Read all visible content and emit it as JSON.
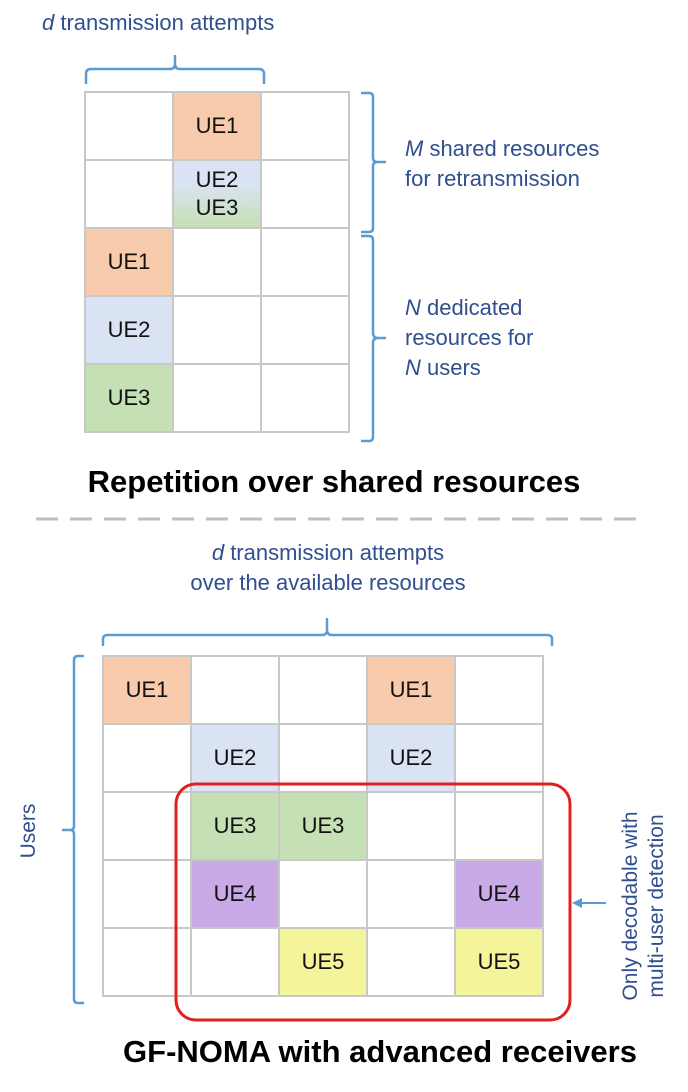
{
  "top": {
    "attempts_label_italic": "d",
    "attempts_label_rest": " transmission attempts",
    "m_label_italic": "M",
    "m_label_line1_rest": " shared resources",
    "m_label_line2": "for retransmission",
    "n_label_line1_italic": "N",
    "n_label_line1_rest": " dedicated",
    "n_label_line2": "resources for",
    "n_label_line3_italic": "N",
    "n_label_line3_rest": " users",
    "title": "Repetition over shared resources",
    "grid": [
      [
        {
          "text": "",
          "color": "none"
        },
        {
          "text": "UE1",
          "color": "ue1"
        },
        {
          "text": "",
          "color": "none"
        }
      ],
      [
        {
          "text": "",
          "color": "none"
        },
        {
          "text": "UE2\nUE3",
          "color": "mix23"
        },
        {
          "text": "",
          "color": "none"
        }
      ],
      [
        {
          "text": "UE1",
          "color": "ue1"
        },
        {
          "text": "",
          "color": "none"
        },
        {
          "text": "",
          "color": "none"
        }
      ],
      [
        {
          "text": "UE2",
          "color": "ue2"
        },
        {
          "text": "",
          "color": "none"
        },
        {
          "text": "",
          "color": "none"
        }
      ],
      [
        {
          "text": "UE3",
          "color": "ue3"
        },
        {
          "text": "",
          "color": "none"
        },
        {
          "text": "",
          "color": "none"
        }
      ]
    ]
  },
  "bottom": {
    "attempts_label_italic": "d",
    "attempts_label_line1_rest": " transmission attempts",
    "attempts_label_line2": "over the available resources",
    "users_label": "Users",
    "side_label_line1": "Only decodable with",
    "side_label_line2": "multi-user detection",
    "title": "GF-NOMA with advanced receivers",
    "grid": [
      [
        {
          "text": "UE1",
          "color": "ue1"
        },
        {
          "text": "",
          "color": "none"
        },
        {
          "text": "",
          "color": "none"
        },
        {
          "text": "UE1",
          "color": "ue1"
        },
        {
          "text": "",
          "color": "none"
        }
      ],
      [
        {
          "text": "",
          "color": "none"
        },
        {
          "text": "UE2",
          "color": "ue2"
        },
        {
          "text": "",
          "color": "none"
        },
        {
          "text": "UE2",
          "color": "ue2"
        },
        {
          "text": "",
          "color": "none"
        }
      ],
      [
        {
          "text": "",
          "color": "none"
        },
        {
          "text": "UE3",
          "color": "ue3"
        },
        {
          "text": "UE3",
          "color": "ue3"
        },
        {
          "text": "",
          "color": "none"
        },
        {
          "text": "",
          "color": "none"
        }
      ],
      [
        {
          "text": "",
          "color": "none"
        },
        {
          "text": "UE4",
          "color": "ue4"
        },
        {
          "text": "",
          "color": "none"
        },
        {
          "text": "",
          "color": "none"
        },
        {
          "text": "UE4",
          "color": "ue4"
        }
      ],
      [
        {
          "text": "",
          "color": "none"
        },
        {
          "text": "",
          "color": "none"
        },
        {
          "text": "UE5",
          "color": "ue5"
        },
        {
          "text": "",
          "color": "none"
        },
        {
          "text": "UE5",
          "color": "ue5"
        }
      ]
    ]
  },
  "colors": {
    "ue1": "#f8cbad",
    "ue2": "#dae3f3",
    "ue3": "#c5e0b4",
    "ue4": "#c9a9e6",
    "ue5": "#f4f59a",
    "bracket": "#5b9bd5",
    "highlight_box": "#e02020",
    "dashed_divider": "#bfbfbf"
  }
}
